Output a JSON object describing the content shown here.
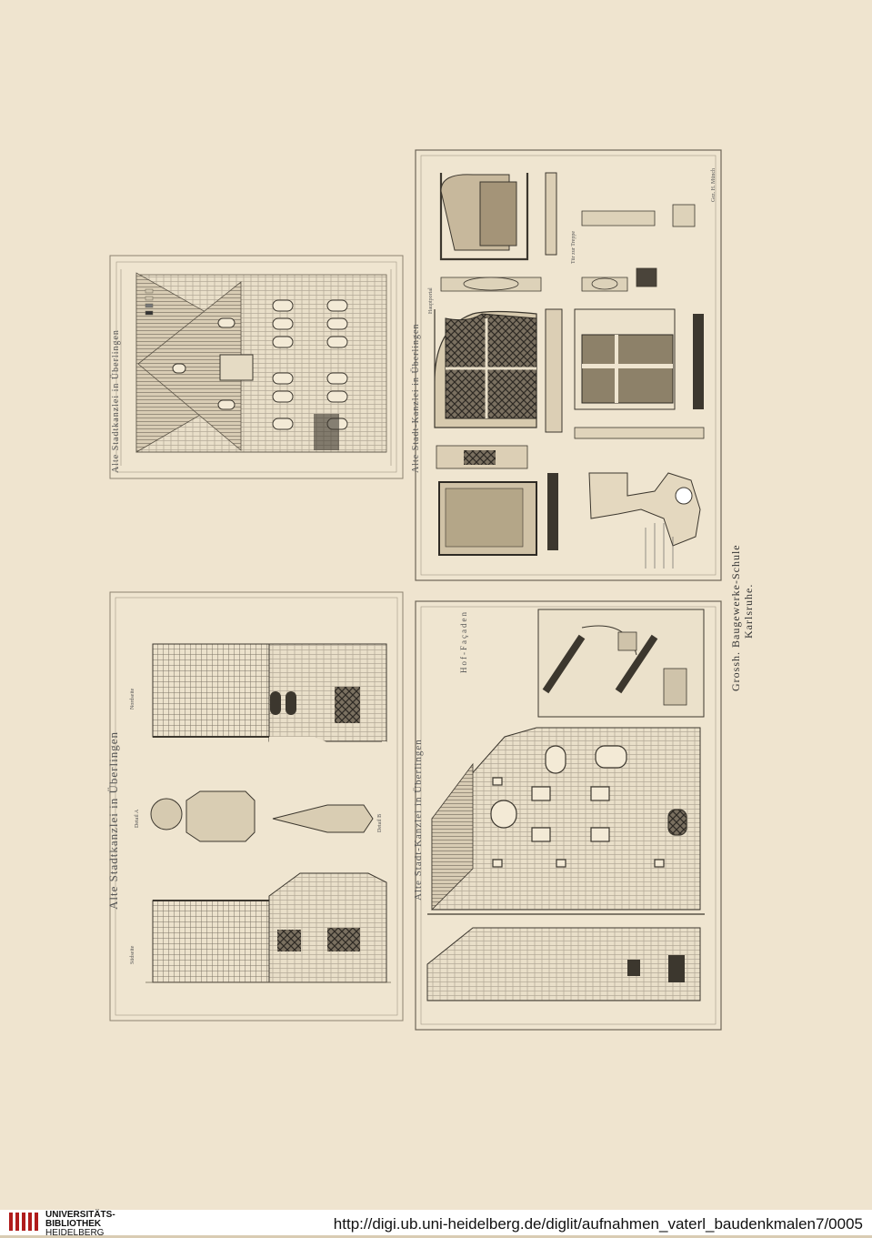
{
  "plates": {
    "top_left": {
      "title": "Alte Stadtkanzlei in Überlingen"
    },
    "top_right": {
      "title": "Alte Stadt-Kanzlei in Überlingen",
      "label_haupt": "Hauptportal",
      "label_turm": "Tür zur Treppe",
      "signature": "Gez. H. Münch"
    },
    "bottom_left": {
      "title": "Alte Stadtkanzlei in Überlingen",
      "label_north": "Nordseite",
      "label_south": "Südseite",
      "label_detail_a": "Detail A",
      "label_detail_b": "Detail B"
    },
    "bottom_right": {
      "title": "Alte Stadt-Kanzlei in Überlingen",
      "subtitle": "Hof-Façaden"
    }
  },
  "school": {
    "line1": "Grossh. Baugewerke-Schule",
    "line2": "Karlsruhe."
  },
  "footer": {
    "logo_line1": "UNIVERSITÄTS-",
    "logo_line2": "BIBLIOTHEK",
    "logo_line3": "HEIDELBERG",
    "url": "http://digi.ub.uni-heidelberg.de/diglit/aufnahmen_vaterl_baudenkmalen7/0005"
  }
}
